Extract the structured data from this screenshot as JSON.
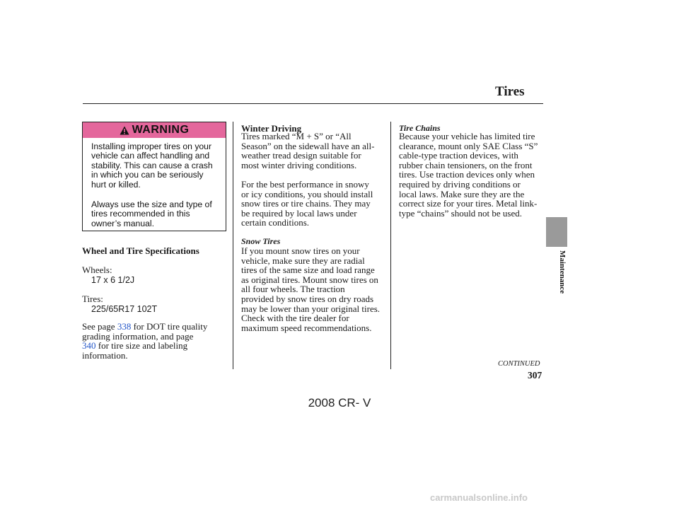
{
  "header": {
    "title": "Tires"
  },
  "warning": {
    "label": "WARNING",
    "paragraph1": [
      "Installing improper tires on your",
      "vehicle can affect handling and",
      "stability. This can cause a crash",
      "in which you can be seriously",
      "hurt or killed."
    ],
    "paragraph2": [
      "Always use the size and type of",
      "tires recommended in this",
      "owner’s manual."
    ]
  },
  "specs": {
    "heading": "Wheel and Tire Specifications",
    "wheels_label": "Wheels:",
    "wheels_value": "17 x 6 1/2J",
    "tires_label": "Tires:",
    "tires_value": "225/65R17 102T",
    "see_page_prefix": "See page",
    "page_link1": "338",
    "see_line1_suffix": "for DOT tire quality",
    "see_line2": "grading information, and page",
    "page_link2": "340",
    "see_line3_suffix": "for tire size and labeling",
    "see_line4": "information."
  },
  "winter": {
    "heading": "Winter Driving",
    "paragraph1": [
      "Tires marked “M + S” or “All",
      "Season” on the sidewall have an all-",
      "weather tread design suitable for",
      "most winter driving conditions."
    ],
    "paragraph2": [
      "For the best performance in snowy",
      "or icy conditions, you should install",
      "snow tires or tire chains. They may",
      "be required by local laws under",
      "certain conditions."
    ],
    "snow_heading": "Snow Tires",
    "snow_paragraph": [
      "If you mount snow tires on your",
      "vehicle, make sure they are radial",
      "tires of the same size and load range",
      "as original tires. Mount snow tires on",
      "all four wheels. The traction",
      "provided by snow tires on dry roads",
      "may be lower than your original tires.",
      "Check with the tire dealer for",
      "maximum speed recommendations."
    ]
  },
  "chains": {
    "heading": "Tire Chains",
    "paragraph": [
      "Because your vehicle has limited tire",
      "clearance, mount only SAE Class “S”",
      "cable-type traction devices, with",
      "rubber chain tensioners, on the front",
      "tires. Use traction devices only when",
      "required by driving conditions or",
      "local laws. Make sure they are the",
      "correct size for your tires. Metal link-",
      "type “chains” should not be used."
    ]
  },
  "side_tab": {
    "label": "Maintenance"
  },
  "footer": {
    "continued": "CONTINUED",
    "page_number": "307",
    "model": "2008  CR- V",
    "watermark": "carmanualsonline.info"
  },
  "colors": {
    "warning_bar": "#e4679c",
    "side_tab": "#9a9a9a",
    "link": "#2456c8"
  }
}
